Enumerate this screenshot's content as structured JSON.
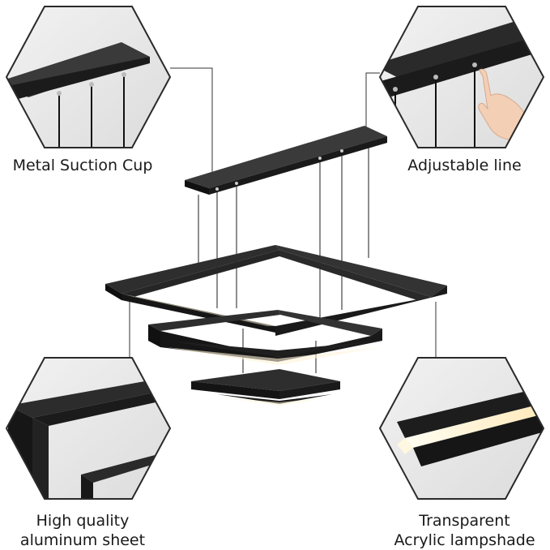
{
  "features": {
    "top_left": {
      "label": "Metal Suction Cup"
    },
    "top_right": {
      "label": "Adjustable line"
    },
    "bottom_left": {
      "line1": "High quality",
      "line2": "aluminum sheet"
    },
    "bottom_right": {
      "line1": "Transparent",
      "line2": "Acrylic lampshade"
    }
  },
  "colors": {
    "metal": "#1b1b1b",
    "hexagon_border": "#2a2a2a",
    "hexagon_bg": "#e9e9e9",
    "led_glow": "#fff6dd",
    "callout_line": "#333333"
  }
}
